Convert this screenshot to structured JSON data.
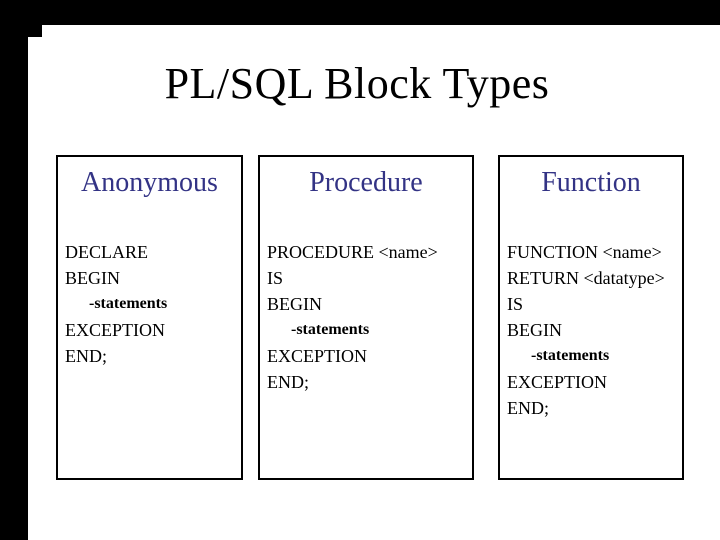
{
  "title": "PL/SQL Block Types",
  "colors": {
    "background": "#ffffff",
    "frame": "#000000",
    "heading": "#333385",
    "text": "#000000",
    "border": "#000000"
  },
  "blocks": [
    {
      "heading": "Anonymous",
      "lines": [
        {
          "text": "DECLARE"
        },
        {
          "text": "BEGIN"
        },
        {
          "text": "-statements",
          "indent": true
        },
        {
          "text": "EXCEPTION"
        },
        {
          "text": "END;"
        }
      ]
    },
    {
      "heading": "Procedure",
      "lines": [
        {
          "text": "PROCEDURE <name>"
        },
        {
          "text": "IS"
        },
        {
          "text": "BEGIN"
        },
        {
          "text": "-statements",
          "indent": true
        },
        {
          "text": "EXCEPTION"
        },
        {
          "text": "END;"
        }
      ]
    },
    {
      "heading": "Function",
      "lines": [
        {
          "text": "FUNCTION <name>"
        },
        {
          "text": "RETURN <datatype>"
        },
        {
          "text": "IS"
        },
        {
          "text": "BEGIN"
        },
        {
          "text": "-statements",
          "indent": true
        },
        {
          "text": "EXCEPTION"
        },
        {
          "text": "END;"
        }
      ]
    }
  ]
}
